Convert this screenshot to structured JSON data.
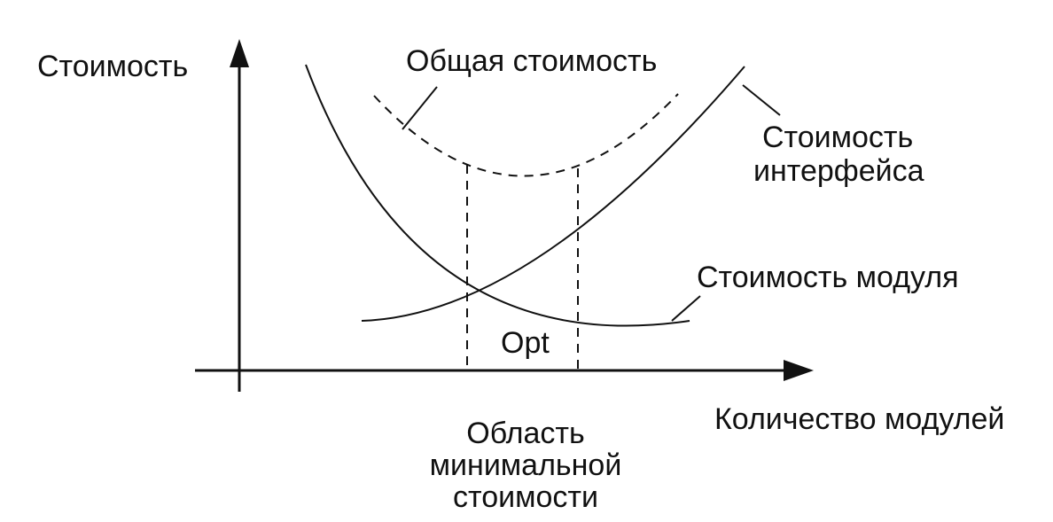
{
  "chart_data": {
    "type": "line",
    "title": "",
    "ylabel": "Стоимость",
    "xlabel": "Количество модулей",
    "grid": false,
    "legend": "none",
    "series": [
      {
        "name": "Общая стоимость",
        "style": "dashed"
      },
      {
        "name": "Стоимость интерфейса",
        "style": "solid"
      },
      {
        "name": "Стоимость модуля",
        "style": "solid"
      }
    ],
    "annotations": {
      "optimum": "Opt",
      "region_lines": [
        "Область",
        "минимальной",
        "стоимости"
      ]
    }
  }
}
